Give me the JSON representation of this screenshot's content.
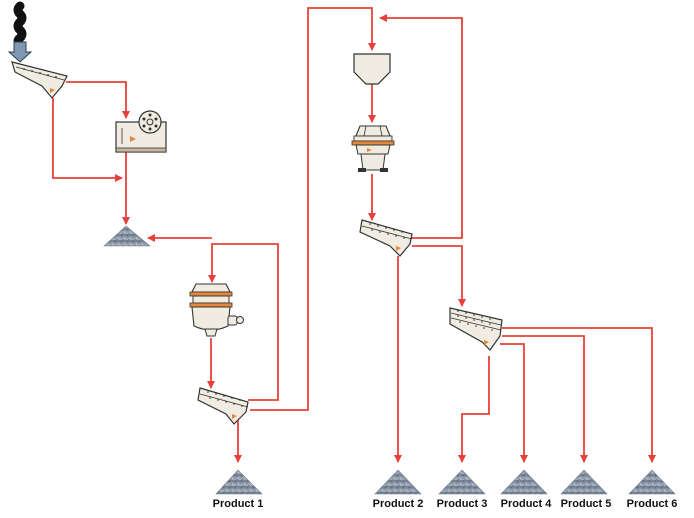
{
  "colors": {
    "flow_line": "#e8413c",
    "equipment_fill": "#f1ece1",
    "equipment_stroke": "#333333",
    "accent_orange": "#e6873a",
    "stockpile": "#8995a5",
    "feed_black": "#111111",
    "feed_arrow": "#7f97b0"
  },
  "equipment_icons": [
    "feed-arrow-icon",
    "grizzly-feeder-icon",
    "jaw-crusher-icon",
    "stockpile-icon",
    "cone-crusher-icon",
    "vibrating-screen-icon",
    "surge-bin-icon",
    "vsi-crusher-icon"
  ],
  "products": [
    {
      "label": "Product 1"
    },
    {
      "label": "Product 2"
    },
    {
      "label": "Product 3"
    },
    {
      "label": "Product 4"
    },
    {
      "label": "Product 5"
    },
    {
      "label": "Product 6"
    }
  ]
}
